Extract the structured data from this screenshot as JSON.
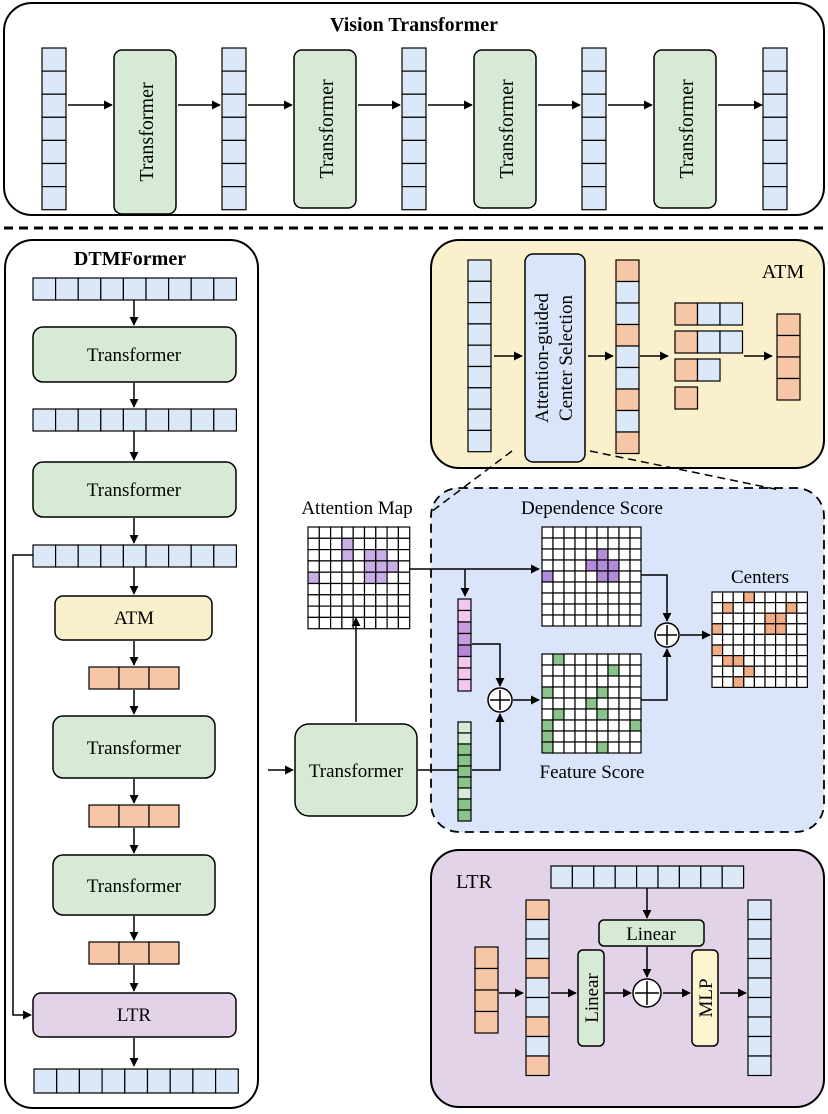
{
  "vit": {
    "title": "Vision Transformer",
    "block_label": "Transformer"
  },
  "dtm": {
    "title": "DTMFormer",
    "transformer_label": "Transformer",
    "atm_label": "ATM",
    "ltr_label": "LTR"
  },
  "atm_panel": {
    "title": "ATM",
    "selection_line1": "Attention-guided",
    "selection_line2": "Center Selection"
  },
  "detail": {
    "attention_map": "Attention Map",
    "dependence_score": "Dependence Score",
    "feature_score": "Feature Score",
    "centers": "Centers",
    "transformer_label": "Transformer"
  },
  "ltr_panel": {
    "title": "LTR",
    "linear_label": "Linear",
    "mlp_label": "MLP"
  },
  "colors": {
    "token_blue": "#dbe8f7",
    "block_green": "#d6ead5",
    "atm_yellow": "#fbf0cc",
    "ltr_purple": "#e2d3e8",
    "detail_blue": "#dbe5fa",
    "center_orange": "#f7c6a7",
    "dependence_purple": "#b18cd9",
    "feature_green": "#8bc48a",
    "mlp_yellow": "#fdf5cf"
  }
}
